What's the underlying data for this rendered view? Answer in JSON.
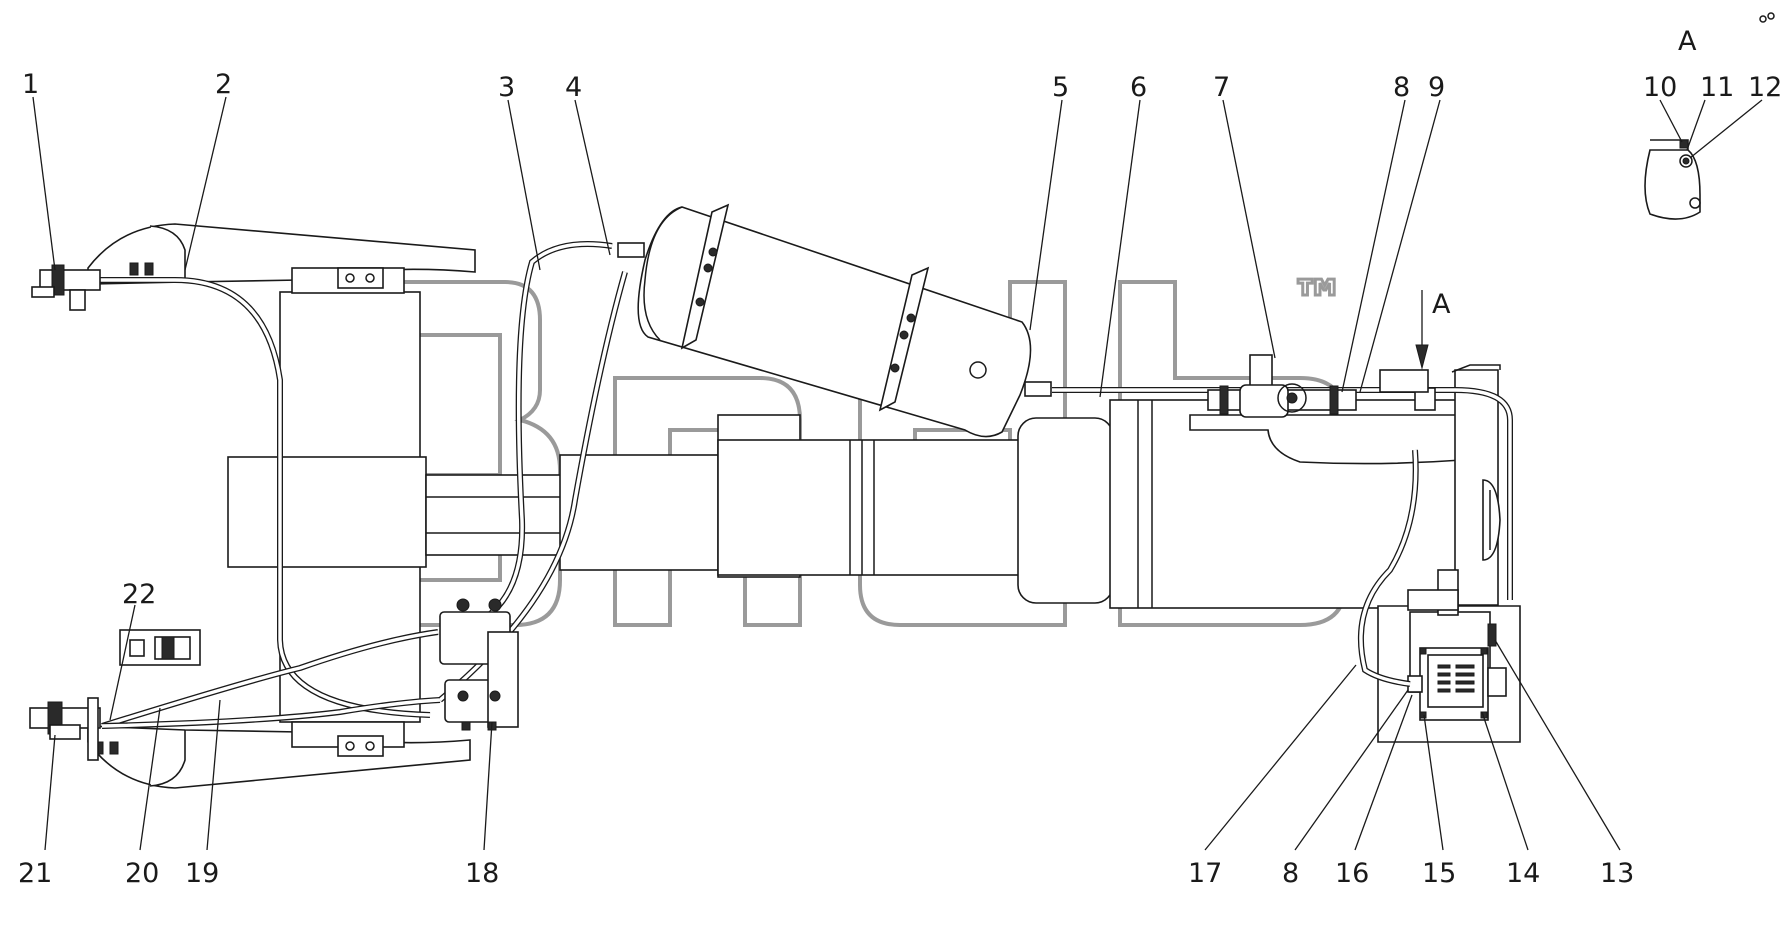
{
  "view_label": "A",
  "arrow_label": "A",
  "watermark": {
    "mark": "™"
  },
  "callouts": [
    {
      "id": "c1",
      "text": "1"
    },
    {
      "id": "c2",
      "text": "2"
    },
    {
      "id": "c3",
      "text": "3"
    },
    {
      "id": "c4",
      "text": "4"
    },
    {
      "id": "c5",
      "text": "5"
    },
    {
      "id": "c6",
      "text": "6"
    },
    {
      "id": "c7",
      "text": "7"
    },
    {
      "id": "c8a",
      "text": "8"
    },
    {
      "id": "c9",
      "text": "9"
    },
    {
      "id": "c10",
      "text": "10"
    },
    {
      "id": "c11",
      "text": "11"
    },
    {
      "id": "c12",
      "text": "12"
    },
    {
      "id": "c13",
      "text": "13"
    },
    {
      "id": "c14",
      "text": "14"
    },
    {
      "id": "c15",
      "text": "15"
    },
    {
      "id": "c16",
      "text": "16"
    },
    {
      "id": "c8b",
      "text": "8"
    },
    {
      "id": "c17",
      "text": "17"
    },
    {
      "id": "c18",
      "text": "18"
    },
    {
      "id": "c19",
      "text": "19"
    },
    {
      "id": "c20",
      "text": "20"
    },
    {
      "id": "c21",
      "text": "21"
    },
    {
      "id": "c22",
      "text": "22"
    }
  ]
}
